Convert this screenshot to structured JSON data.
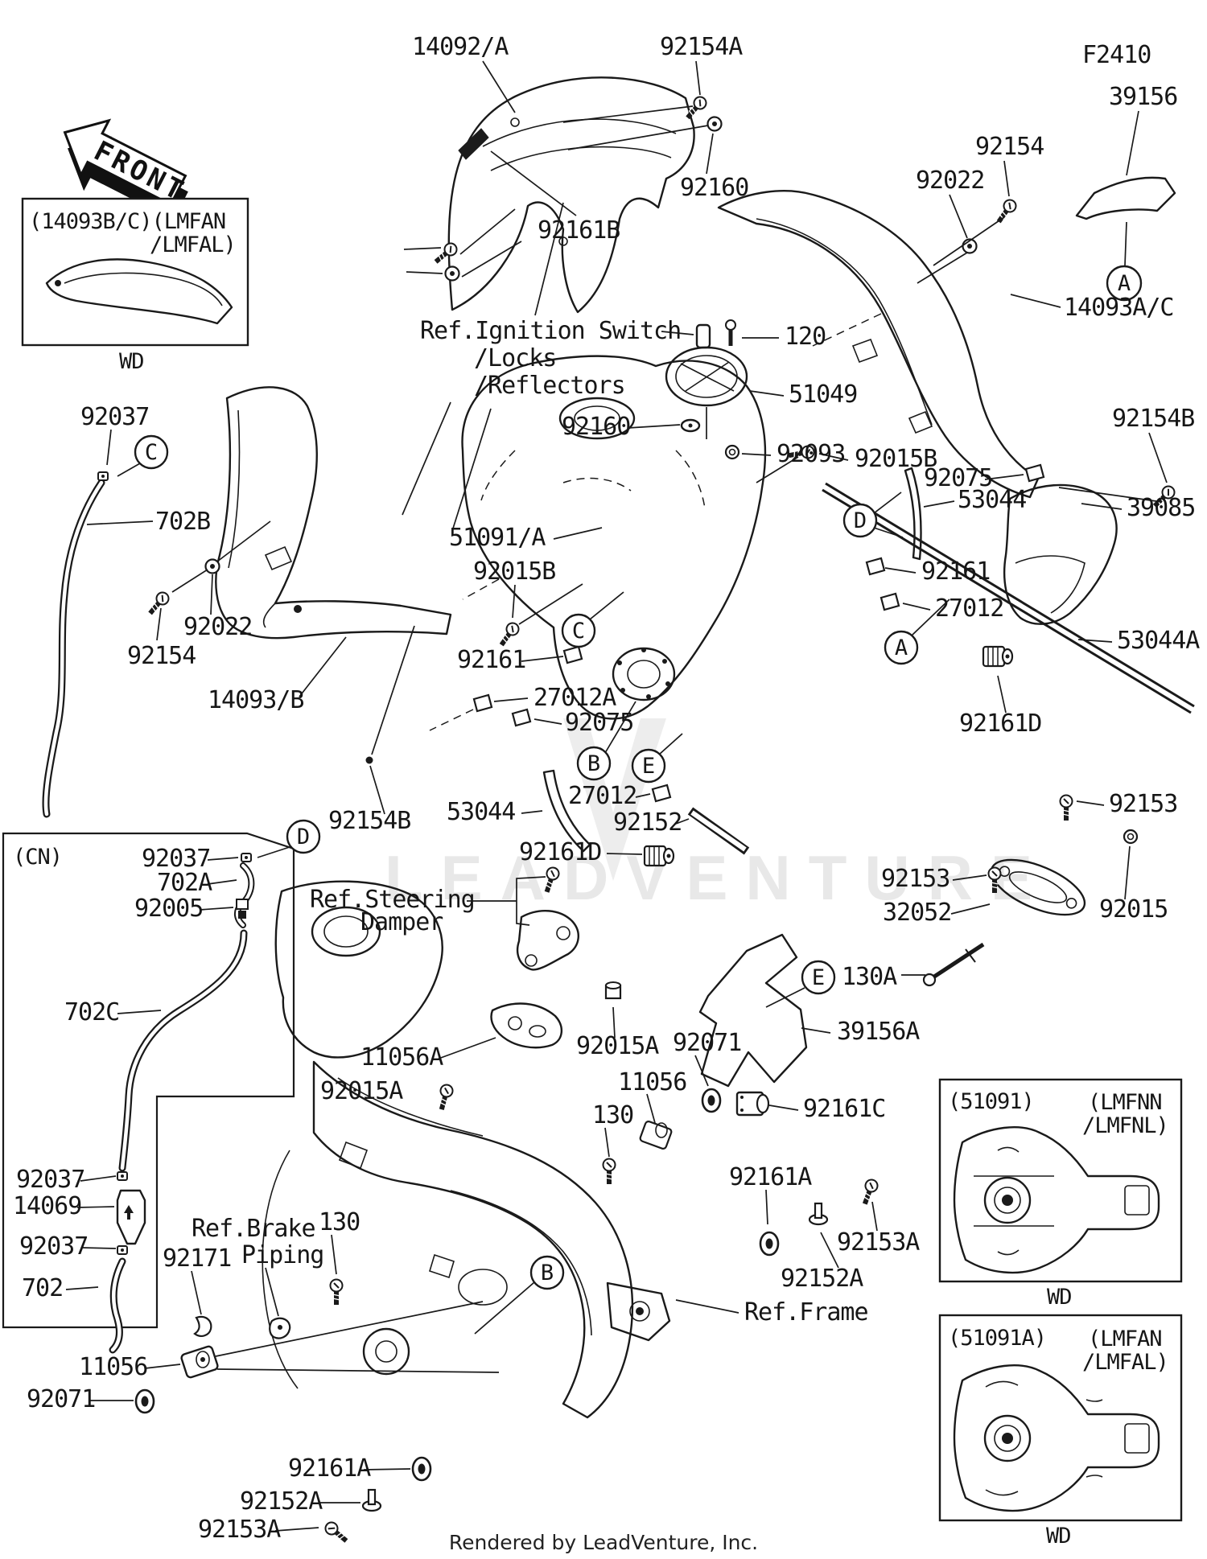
{
  "diagram": {
    "title_code": "F2410",
    "footer": "Rendered by LeadVenture, Inc.",
    "watermark": "LEADVENTURE",
    "front_arrow": "FRONT"
  },
  "labels": {
    "14092": "14092/A",
    "92154A": "92154A",
    "92160": "92160",
    "92161B": "92161B",
    "F2410": "F2410",
    "39156": "39156",
    "92154": "92154",
    "92022": "92022",
    "14093AC": "14093A/C",
    "92154B": "92154B",
    "120": "120",
    "51049": "51049",
    "92093": "92093",
    "27012A": "27012A",
    "92015B": "92015B",
    "92075": "92075",
    "53044": "53044",
    "39085": "39085",
    "92161": "92161",
    "27012": "27012",
    "53044A": "53044A",
    "51091": "51091/A",
    "92037": "92037",
    "702B": "702B",
    "14093B": "14093/B",
    "92152": "92152",
    "92161D": "92161D",
    "92153": "92153",
    "32052": "32052",
    "92015": "92015",
    "130A": "130A",
    "39156A": "39156A",
    "702A": "702A",
    "92005": "92005",
    "702C": "702C",
    "14069": "14069",
    "702": "702",
    "92171": "92171",
    "11056A": "11056A",
    "92015A": "92015A",
    "92071": "92071",
    "11056": "11056",
    "130": "130",
    "92161C": "92161C",
    "92161A": "92161A",
    "92152A": "92152A",
    "92153A": "92153A"
  },
  "refs": {
    "ignition1": "Ref.Ignition Switch",
    "ignition2": "/Locks",
    "ignition3": "/Reflectors",
    "steering1": "Ref.Steering",
    "steering2": "Damper",
    "brake1": "Ref.Brake",
    "brake2": "Piping",
    "frame": "Ref.Frame"
  },
  "insets": {
    "cn": "(CN)",
    "box1": {
      "line1": "(14093B/C)(LMFAN",
      "line2": "/LMFAL)",
      "caption": "WD"
    },
    "box2": {
      "id": "(51091)",
      "variant1": "(LMFNN",
      "variant2": "/LMFNL)",
      "caption": "WD"
    },
    "box3": {
      "id": "(51091A)",
      "variant1": "(LMFAN",
      "variant2": "/LMFAL)",
      "caption": "WD"
    }
  },
  "callouts": {
    "A": "A",
    "B": "B",
    "C": "C",
    "D": "D",
    "E": "E"
  }
}
